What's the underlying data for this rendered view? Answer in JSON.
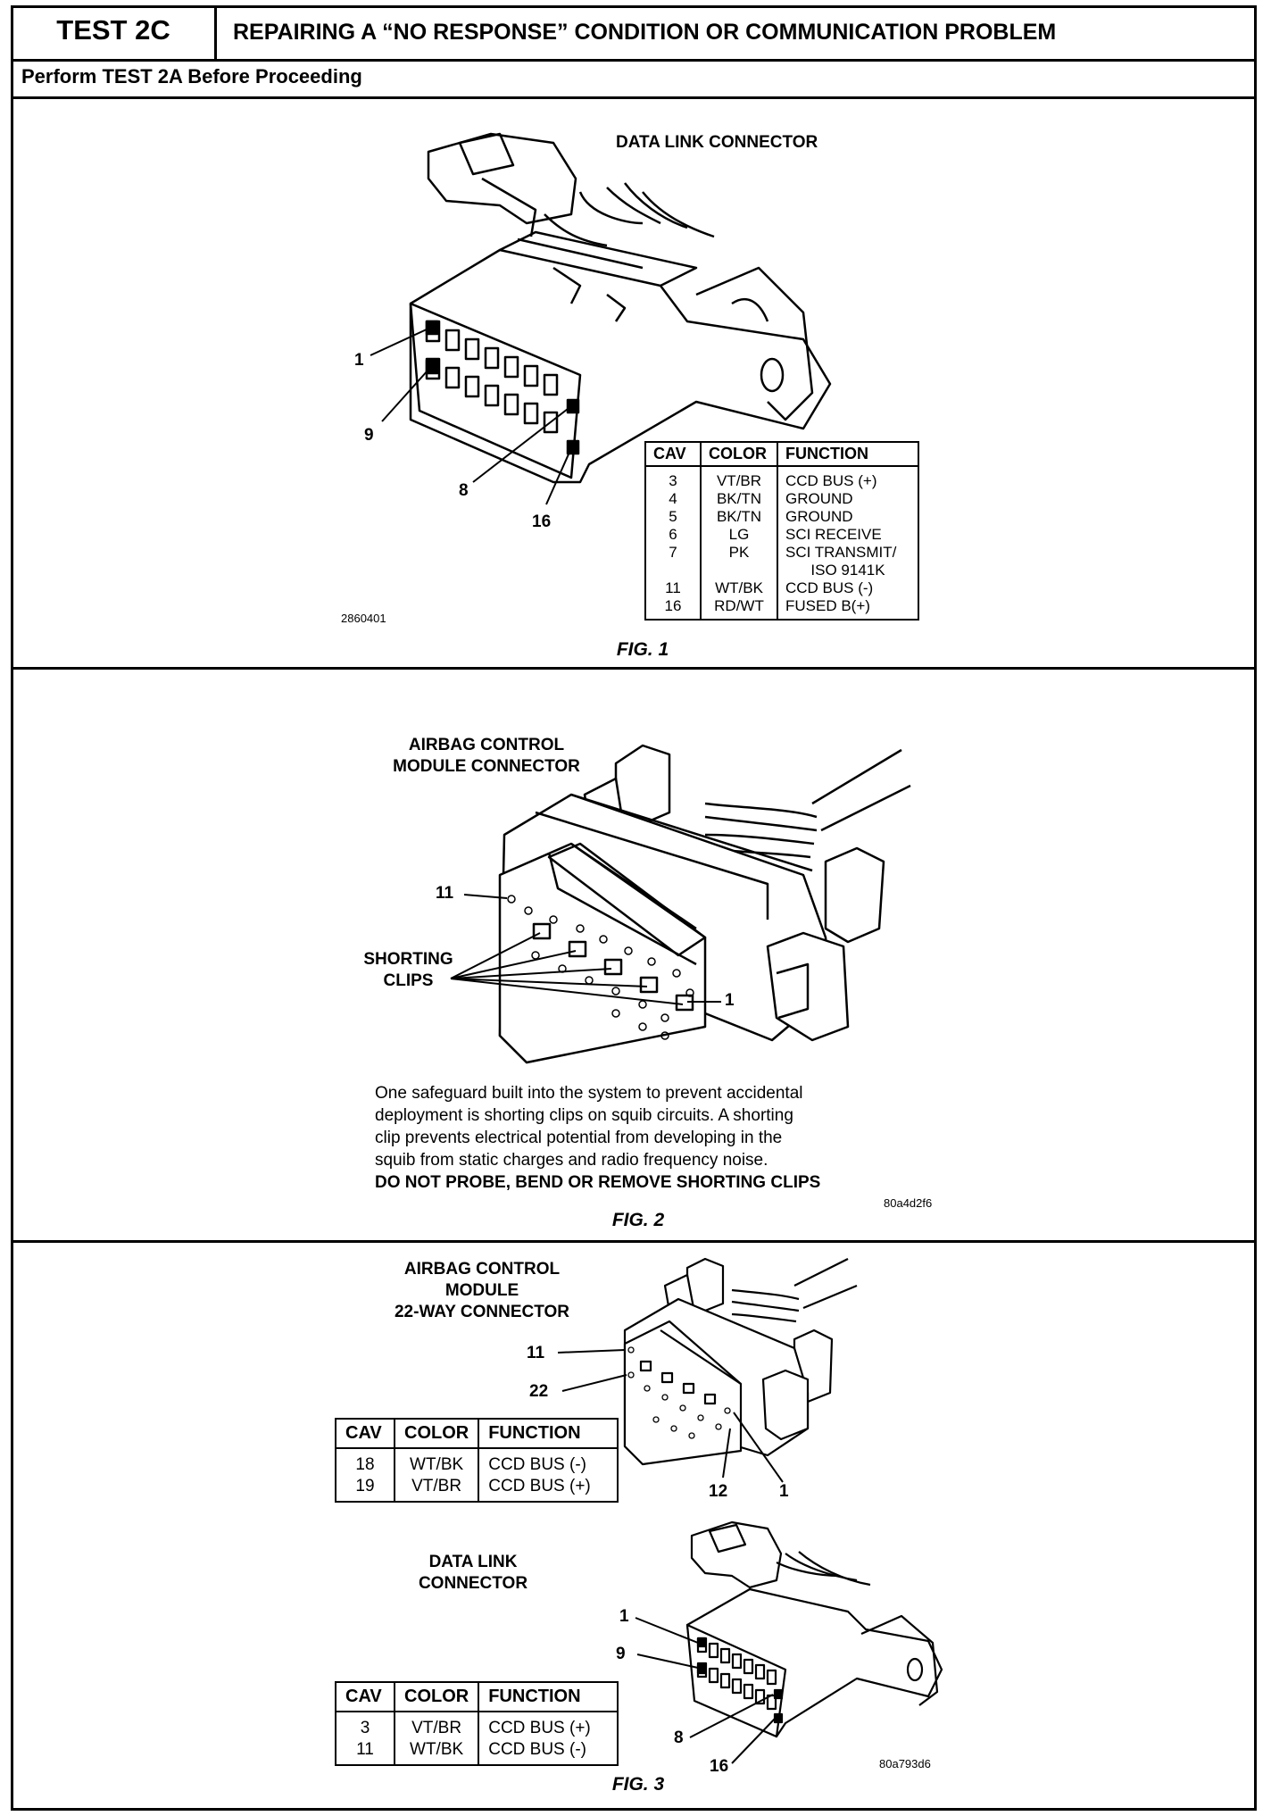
{
  "header": {
    "test_id": "TEST 2C",
    "title": "REPAIRING A “NO RESPONSE” CONDITION OR COMMUNICATION PROBLEM",
    "prerequisite": "Perform TEST 2A Before Proceeding"
  },
  "fig1": {
    "title": "DATA LINK CONNECTOR",
    "pin_labels": [
      "1",
      "9",
      "8",
      "16"
    ],
    "ref_code": "2860401",
    "caption": "FIG. 1",
    "table": {
      "headers": [
        "CAV",
        "COLOR",
        "FUNCTION"
      ],
      "rows": [
        [
          "3",
          "VT/BR",
          "CCD BUS (+)"
        ],
        [
          "4",
          "BK/TN",
          "GROUND"
        ],
        [
          "5",
          "BK/TN",
          "GROUND"
        ],
        [
          "6",
          "LG",
          "SCI RECEIVE"
        ],
        [
          "7",
          "PK",
          "SCI TRANSMIT/"
        ],
        [
          "",
          "",
          "ISO 9141K"
        ],
        [
          "11",
          "WT/BK",
          "CCD BUS (-)"
        ],
        [
          "16",
          "RD/WT",
          "FUSED B(+)"
        ]
      ]
    }
  },
  "fig2": {
    "title_line1": "AIRBAG CONTROL",
    "title_line2": "MODULE CONNECTOR",
    "pin_11": "11",
    "pin_1": "1",
    "shorting_line1": "SHORTING",
    "shorting_line2": "CLIPS",
    "paragraph": [
      "One safeguard built into the system to prevent accidental",
      "deployment is shorting clips on squib circuits. A shorting",
      "clip prevents electrical potential from developing in the",
      "squib from static charges and radio frequency noise."
    ],
    "warning": "DO NOT PROBE, BEND OR REMOVE SHORTING CLIPS",
    "ref_code": "80a4d2f6",
    "caption": "FIG. 2"
  },
  "fig3": {
    "acm_title_line1": "AIRBAG CONTROL",
    "acm_title_line2": "MODULE",
    "acm_title_line3": "22-WAY CONNECTOR",
    "acm_pins": [
      "11",
      "22",
      "12",
      "1"
    ],
    "acm_table": {
      "headers": [
        "CAV",
        "COLOR",
        "FUNCTION"
      ],
      "rows": [
        [
          "18",
          "WT/BK",
          "CCD BUS (-)"
        ],
        [
          "19",
          "VT/BR",
          "CCD BUS (+)"
        ]
      ]
    },
    "dlc_title_line1": "DATA LINK",
    "dlc_title_line2": "CONNECTOR",
    "dlc_pins": [
      "1",
      "9",
      "8",
      "16"
    ],
    "dlc_table": {
      "headers": [
        "CAV",
        "COLOR",
        "FUNCTION"
      ],
      "rows": [
        [
          "3",
          "VT/BR",
          "CCD BUS (+)"
        ],
        [
          "11",
          "WT/BK",
          "CCD BUS (-)"
        ]
      ]
    },
    "ref_code": "80a793d6",
    "caption": "FIG. 3"
  }
}
